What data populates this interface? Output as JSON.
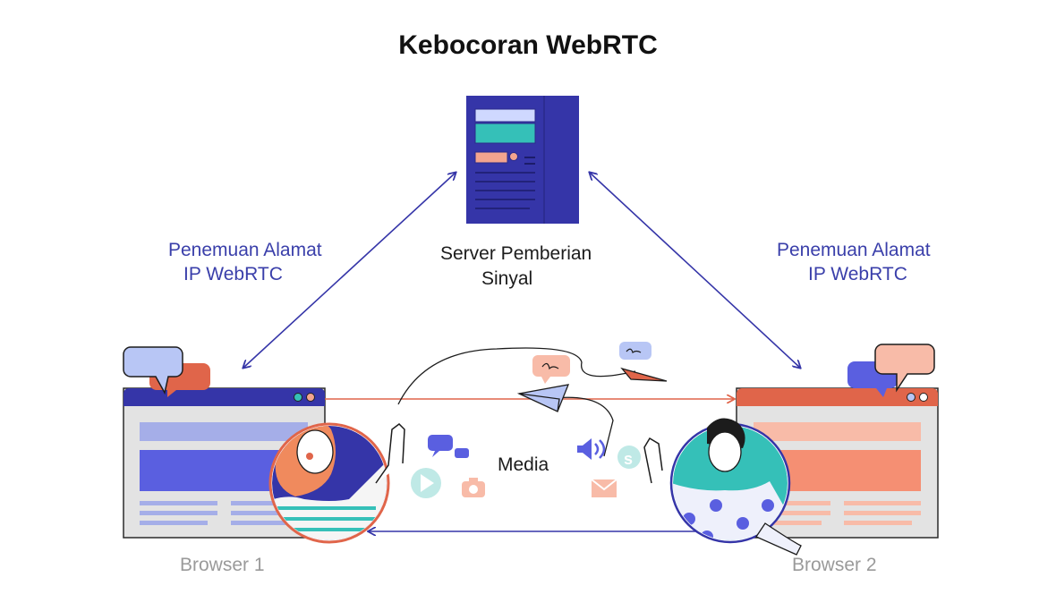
{
  "title": "Kebocoran WebRTC",
  "server_label": [
    "Server Pemberian",
    "Sinyal"
  ],
  "discovery_left": [
    "Penemuan Alamat",
    "IP WebRTC"
  ],
  "discovery_right": [
    "Penemuan Alamat",
    "IP WebRTC"
  ],
  "media_label": "Media",
  "browser1_label": "Browser 1",
  "browser2_label": "Browser 2",
  "colors": {
    "navy": "#3535a8",
    "teal": "#35c0b8",
    "orange": "#e0654a",
    "salmon": "#f3a48f",
    "periwinkle": "#5a5fe0",
    "light_blue": "#b8c6f5",
    "grey": "#e3e3e3"
  },
  "icons": [
    "server-icon",
    "chat-bubble-icon",
    "paper-plane-icon",
    "play-icon",
    "camera-icon",
    "speaker-icon",
    "skype-icon",
    "mail-icon"
  ]
}
